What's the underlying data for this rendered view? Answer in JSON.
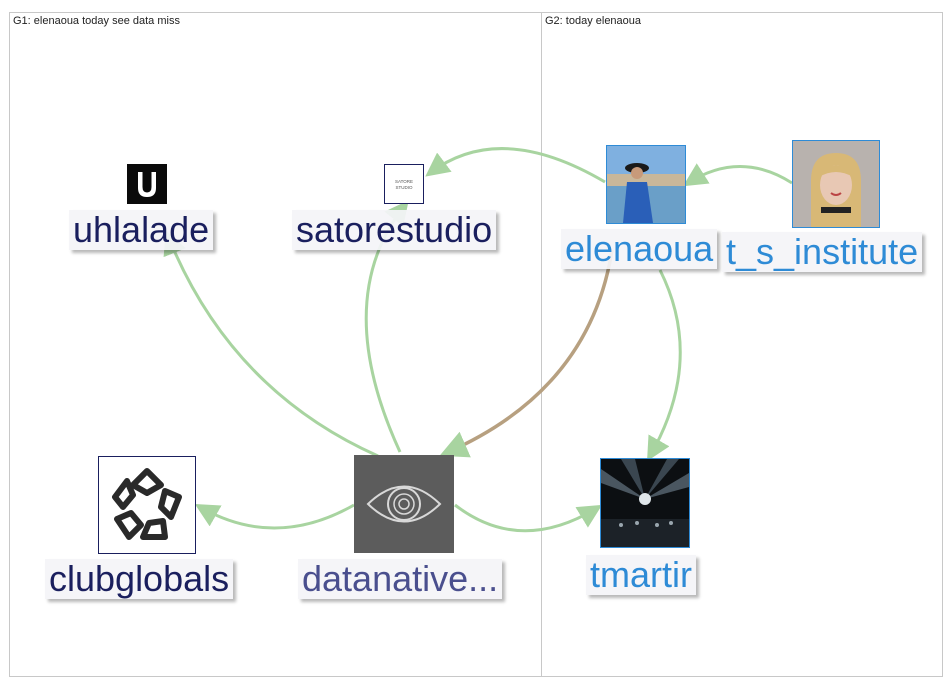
{
  "groups": {
    "g1": {
      "title": "G1: elenaoua today see data miss"
    },
    "g2": {
      "title": "G2: today elenaoua"
    }
  },
  "colors": {
    "edge": "#a8d4a0",
    "edge_dark": "#b7a080",
    "label_g1": "#1a1f5e",
    "label_g2": "#2e8bd6",
    "label_datanative": "#4a4f8e"
  },
  "nodes": {
    "uhlalade": {
      "label": "uhlalade",
      "icon": "u-shield-logo-icon"
    },
    "satorestudio": {
      "label": "satorestudio",
      "icon": "satore-studio-logo-icon",
      "logo_text_1": "SATORE",
      "logo_text_2": "STUDIO"
    },
    "clubglobals": {
      "label": "clubglobals",
      "icon": "knot-logo-icon"
    },
    "datanative": {
      "label": "datanative...",
      "icon": "eye-logo-icon"
    },
    "elenaoua": {
      "label": "elenaoua",
      "icon": "person-photo-icon"
    },
    "t_s_institute": {
      "label": "t_s_institute",
      "icon": "portrait-photo-icon"
    },
    "tmartir": {
      "label": "tmartir",
      "icon": "stage-lights-photo-icon"
    }
  }
}
